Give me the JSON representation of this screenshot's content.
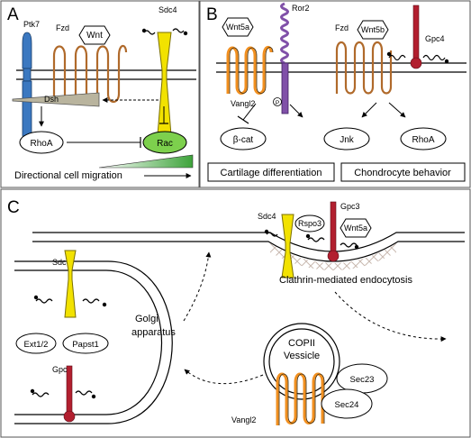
{
  "panels": {
    "a": {
      "letter": "A",
      "ptk7": "Ptk7",
      "fzd": "Fzd",
      "wnt": "Wnt",
      "sdc4": "Sdc4",
      "dsh": "Dsh",
      "rhoa": "RhoA",
      "rac": "Rac",
      "migration": "Directional cell migration"
    },
    "b": {
      "letter": "B",
      "wnt5a": "Wnt5a",
      "ror2": "Ror2",
      "vangl2": "Vangl2",
      "p": "P",
      "fzd": "Fzd",
      "wnt5b": "Wnt5b",
      "gpc4": "Gpc4",
      "bcat": "β-cat",
      "jnk": "Jnk",
      "rhoa": "RhoA",
      "cartilage": "Cartilage differentiation",
      "chondrocyte": "Chondrocyte behavior"
    },
    "c": {
      "letter": "C",
      "sdc4": "Sdc4",
      "rspo3": "Rspo3",
      "gpc3": "Gpc3",
      "wnt5a": "Wnt5a",
      "sdc": "Sdc",
      "golgi": [
        "Golgi",
        "apparatus"
      ],
      "ext": "Ext1/2",
      "papst": "Papst1",
      "gpc": "Gpc",
      "endocytosis": "Clathrin-mediated endocytosis",
      "copii": [
        "COPII",
        "Vessicle"
      ],
      "sec23": "Sec23",
      "sec24": "Sec24",
      "vangl2": "Vangl2"
    }
  },
  "colors": {
    "ptk7": "#3b78c0",
    "fzd": "#b06a2b",
    "sdc": "#f2e200",
    "ror2": "#8050a8",
    "vangl": "#f29020",
    "gpc": "#b21f2f",
    "dsh": "#b9b49e",
    "rac": "#7dd04d",
    "clathrin": "#c9b9b0"
  }
}
